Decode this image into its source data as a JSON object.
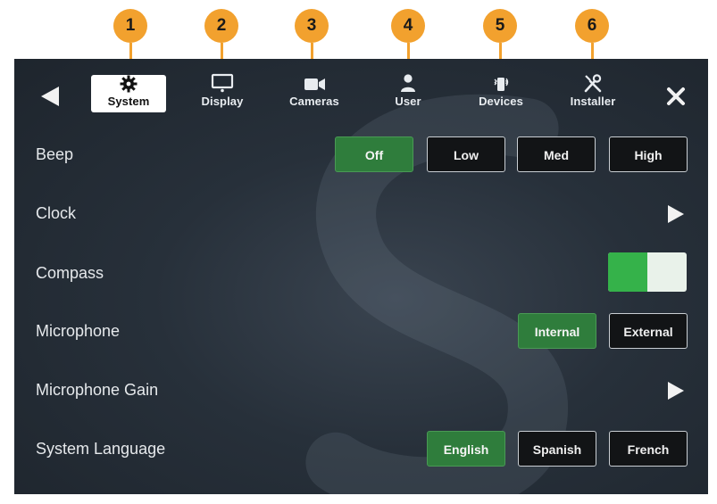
{
  "callouts": [
    "1",
    "2",
    "3",
    "4",
    "5",
    "6"
  ],
  "tabs": [
    {
      "label": "System",
      "icon": "gear-icon",
      "active": true
    },
    {
      "label": "Display",
      "icon": "monitor-icon",
      "active": false
    },
    {
      "label": "Cameras",
      "icon": "camera-icon",
      "active": false
    },
    {
      "label": "User",
      "icon": "user-icon",
      "active": false
    },
    {
      "label": "Devices",
      "icon": "devices-icon",
      "active": false
    },
    {
      "label": "Installer",
      "icon": "tools-icon",
      "active": false
    }
  ],
  "settings": {
    "beep": {
      "label": "Beep",
      "options": [
        "Off",
        "Low",
        "Med",
        "High"
      ],
      "selected": "Off"
    },
    "clock": {
      "label": "Clock"
    },
    "compass": {
      "label": "Compass",
      "enabled": true
    },
    "microphone": {
      "label": "Microphone",
      "options": [
        "Internal",
        "External"
      ],
      "selected": "Internal"
    },
    "microphone_gain": {
      "label": "Microphone Gain"
    },
    "system_language": {
      "label": "System Language",
      "options": [
        "English",
        "Spanish",
        "French"
      ],
      "selected": "English"
    }
  },
  "colors": {
    "accent_orange": "#f2a12e",
    "selected_green": "#2f7d3c",
    "toggle_green": "#35b24a",
    "panel_bg": "#27303a"
  }
}
